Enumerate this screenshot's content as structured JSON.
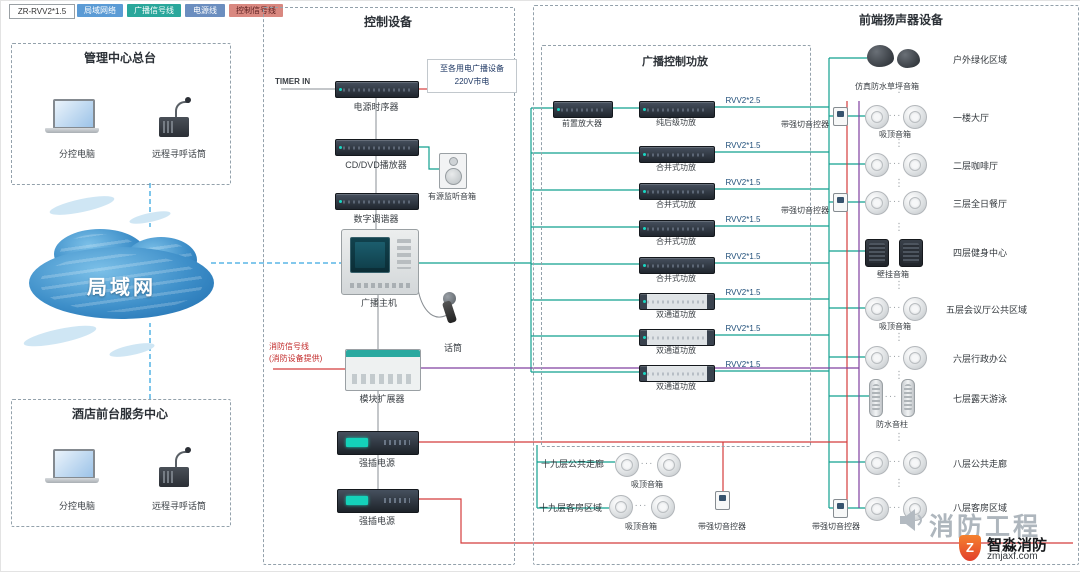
{
  "legend": {
    "spec": "ZR-RVV2*1.5",
    "items": [
      {
        "label": "局域网络",
        "color": "#5b9bd5"
      },
      {
        "label": "广播信号线",
        "color": "#2aa79b"
      },
      {
        "label": "电源线",
        "color": "#6b8ebf"
      },
      {
        "label": "控制信号线",
        "color": "#d98880"
      }
    ]
  },
  "management": {
    "title": "管理中心总台",
    "computer": "分控电脑",
    "mic": "远程寻呼话筒"
  },
  "hotel": {
    "title": "酒店前台服务中心",
    "computer": "分控电脑",
    "mic": "远程寻呼话筒"
  },
  "network": {
    "cloud": "局域网"
  },
  "control": {
    "title": "控制设备",
    "timer_in": "TIMER IN",
    "mains_note_line1": "至各用电广播设备",
    "mains_note_line2": "220V市电",
    "devices": {
      "sequencer": "电源时序器",
      "cd": "CD/DVD播放器",
      "tuner": "数字调谐器",
      "host": "广播主机",
      "monitor": "有源监听音箱",
      "mic": "话筒",
      "expander": "模块扩展器",
      "power1": "强插电源",
      "power2": "强插电源"
    },
    "fire_line1": "消防信号线",
    "fire_line2": "(消防设备提供)"
  },
  "ampbox": {
    "title": "广播控制功放",
    "preamp": "前置放大器",
    "rows": [
      {
        "label": "纯后级功放",
        "cable": "RVV2*2.5"
      },
      {
        "label": "合并式功放",
        "cable": "RVV2*1.5"
      },
      {
        "label": "合并式功放",
        "cable": "RVV2*1.5"
      },
      {
        "label": "合并式功放",
        "cable": "RVV2*1.5"
      },
      {
        "label": "合并式功放",
        "cable": "RVV2*1.5"
      },
      {
        "label": "双通道功放",
        "cable": "RVV2*1.5"
      },
      {
        "label": "双通道功放",
        "cable": "RVV2*1.5"
      },
      {
        "label": "双通道功放",
        "cable": "RVV2*1.5"
      }
    ]
  },
  "frontend": {
    "title": "前端扬声器设备",
    "rows": [
      {
        "speaker": "仿真防水草坪音箱",
        "location": "户外绿化区域"
      },
      {
        "controller": "带强切音控器",
        "speaker": "吸顶音箱",
        "location": "一楼大厅"
      },
      {
        "location": "二层咖啡厅"
      },
      {
        "controller": "带强切音控器",
        "location": "三层全日餐厅"
      },
      {
        "speaker": "壁挂音箱",
        "location": "四层健身中心"
      },
      {
        "speaker": "吸顶音箱",
        "location": "五层会议厅公共区域"
      },
      {
        "location": "六层行政办公"
      },
      {
        "speaker": "防水音柱",
        "location": "七层露天游泳"
      },
      {
        "location": "八层公共走廊"
      },
      {
        "controller": "带强切音控器",
        "location": "八层客房区域"
      }
    ]
  },
  "floor19": {
    "corridor_location": "十九层公共走廊",
    "corridor_speaker": "吸顶音箱",
    "rooms_location": "十九层客房区域",
    "rooms_speaker": "吸顶音箱",
    "rooms_controller": "带强切音控器"
  },
  "branding": {
    "watermark": "消防工程",
    "logo_name": "智淼消防",
    "logo_site": "zmjaxf.com"
  },
  "decor": {
    "dots_h": "···",
    "dots_v": "⋮"
  }
}
